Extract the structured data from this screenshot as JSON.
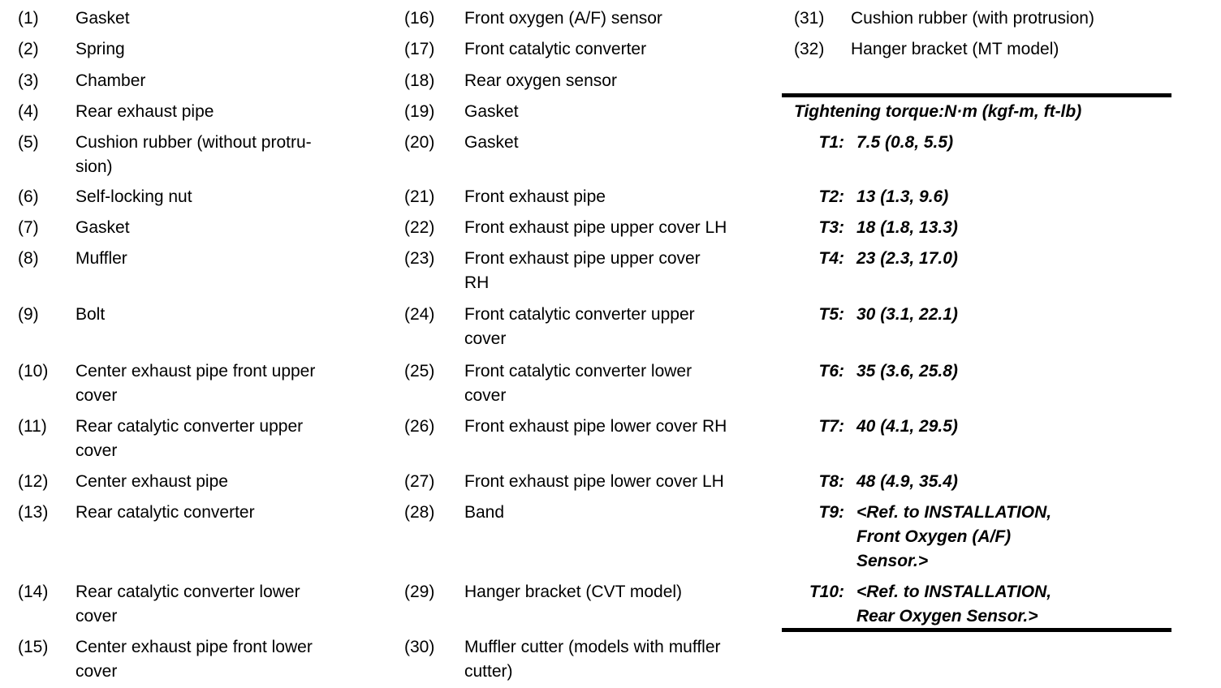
{
  "colors": {
    "text": "#000000",
    "background": "#ffffff"
  },
  "legend": {
    "col1": [
      {
        "num": "(1)",
        "label": "Gasket"
      },
      {
        "num": "(2)",
        "label": "Spring"
      },
      {
        "num": "(3)",
        "label": "Chamber"
      },
      {
        "num": "(4)",
        "label": "Rear exhaust pipe"
      },
      {
        "num": "(5)",
        "label": "Cushion rubber (without protru-\nsion)"
      },
      {
        "num": "(6)",
        "label": "Self-locking nut"
      },
      {
        "num": "(7)",
        "label": "Gasket"
      },
      {
        "num": "(8)",
        "label": "Muffler"
      },
      {
        "num": "(9)",
        "label": "Bolt"
      },
      {
        "num": "(10)",
        "label": "Center exhaust pipe front upper\ncover"
      },
      {
        "num": "(11)",
        "label": "Rear catalytic converter upper\ncover"
      },
      {
        "num": "(12)",
        "label": "Center exhaust pipe"
      },
      {
        "num": "(13)",
        "label": "Rear catalytic converter"
      },
      {
        "num": "(14)",
        "label": "Rear catalytic converter lower\ncover"
      },
      {
        "num": "(15)",
        "label": "Center exhaust pipe front lower\ncover"
      }
    ],
    "col2": [
      {
        "num": "(16)",
        "label": "Front oxygen (A/F) sensor"
      },
      {
        "num": "(17)",
        "label": "Front catalytic converter"
      },
      {
        "num": "(18)",
        "label": "Rear oxygen sensor"
      },
      {
        "num": "(19)",
        "label": "Gasket"
      },
      {
        "num": "(20)",
        "label": "Gasket"
      },
      {
        "num": "(21)",
        "label": "Front exhaust pipe"
      },
      {
        "num": "(22)",
        "label": "Front exhaust pipe upper cover LH"
      },
      {
        "num": "(23)",
        "label": "Front exhaust pipe upper cover\nRH"
      },
      {
        "num": "(24)",
        "label": "Front catalytic converter upper\ncover"
      },
      {
        "num": "(25)",
        "label": "Front catalytic converter lower\ncover"
      },
      {
        "num": "(26)",
        "label": "Front exhaust pipe lower cover RH"
      },
      {
        "num": "(27)",
        "label": "Front exhaust pipe lower cover LH"
      },
      {
        "num": "(28)",
        "label": "Band"
      },
      {
        "num": "(29)",
        "label": "Hanger bracket (CVT model)"
      },
      {
        "num": "(30)",
        "label": "Muffler cutter (models with muffler\ncutter)"
      }
    ],
    "col3": [
      {
        "num": "(31)",
        "label": "Cushion rubber (with protrusion)"
      },
      {
        "num": "(32)",
        "label": "Hanger bracket (MT model)"
      }
    ]
  },
  "torque": {
    "header": "Tightening torque:N·m (kgf-m, ft-lb)",
    "entries": [
      {
        "label": "T1:",
        "value": "7.5 (0.8, 5.5)"
      },
      {
        "label": "T2:",
        "value": "13 (1.3, 9.6)"
      },
      {
        "label": "T3:",
        "value": "18 (1.8, 13.3)"
      },
      {
        "label": "T4:",
        "value": "23 (2.3, 17.0)"
      },
      {
        "label": "T5:",
        "value": "30 (3.1, 22.1)"
      },
      {
        "label": "T6:",
        "value": "35 (3.6, 25.8)"
      },
      {
        "label": "T7:",
        "value": "40 (4.1, 29.5)"
      },
      {
        "label": "T8:",
        "value": "48 (4.9, 35.4)"
      },
      {
        "label": "T9:",
        "value": "<Ref. to INSTALLATION,\nFront Oxygen (A/F)\nSensor.>"
      },
      {
        "label": "T10:",
        "value": "<Ref. to INSTALLATION,\nRear Oxygen Sensor.>"
      }
    ]
  }
}
